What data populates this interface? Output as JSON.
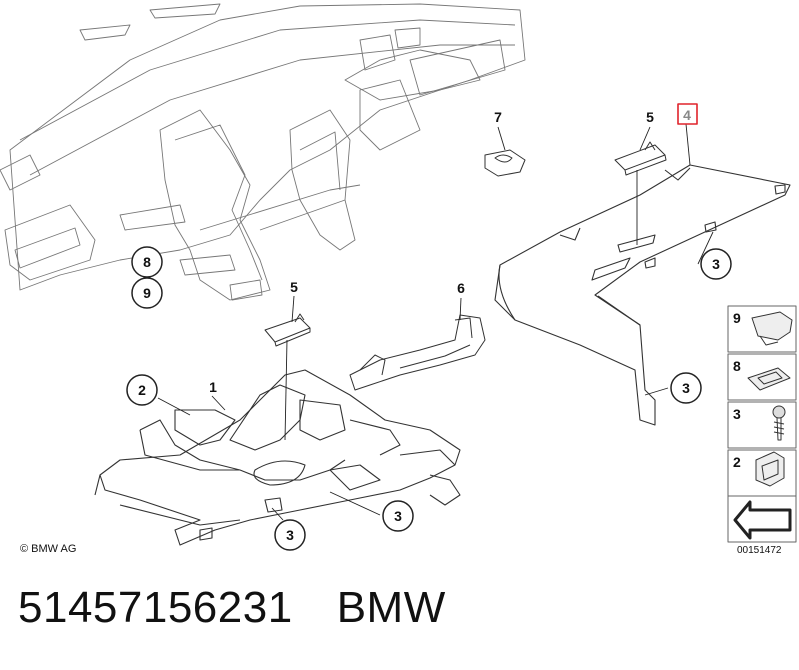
{
  "diagram": {
    "copyright": "© BMW AG",
    "image_code": "00151472",
    "callouts": {
      "c1": "1",
      "c2": "2",
      "c3a": "3",
      "c3b": "3",
      "c3c": "3",
      "c3d": "3",
      "c4": "4",
      "c5a": "5",
      "c5b": "5",
      "c6": "6",
      "c7": "7",
      "c8": "8",
      "c9": "9"
    },
    "legend": [
      "9",
      "8",
      "3",
      "2"
    ]
  },
  "caption": {
    "part_number": "51457156231",
    "brand": "BMW"
  },
  "colors": {
    "line": "#333333",
    "highlight": "#e0232b",
    "label_highlight": "#888888"
  }
}
